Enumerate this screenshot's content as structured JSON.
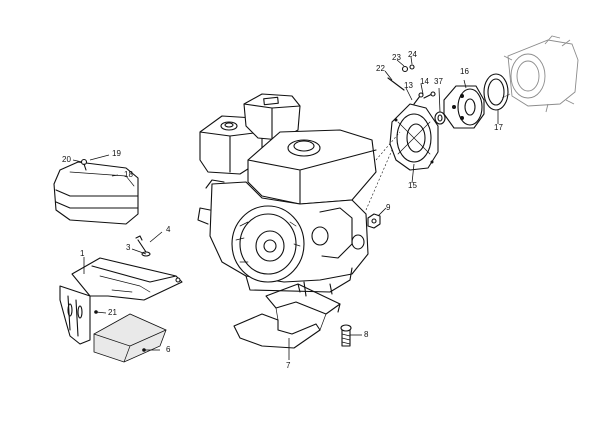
{
  "diagram": {
    "callouts": [
      {
        "id": "c1",
        "label": "1"
      },
      {
        "id": "c3",
        "label": "3"
      },
      {
        "id": "c4",
        "label": "4"
      },
      {
        "id": "c6",
        "label": "6"
      },
      {
        "id": "c7",
        "label": "7"
      },
      {
        "id": "c8",
        "label": "8"
      },
      {
        "id": "c9",
        "label": "9"
      },
      {
        "id": "c13",
        "label": "13"
      },
      {
        "id": "c14",
        "label": "14"
      },
      {
        "id": "c15",
        "label": "15"
      },
      {
        "id": "c16",
        "label": "16"
      },
      {
        "id": "c17",
        "label": "17"
      },
      {
        "id": "c18",
        "label": "18"
      },
      {
        "id": "c19",
        "label": "19"
      },
      {
        "id": "c20",
        "label": "20"
      },
      {
        "id": "c21",
        "label": "21"
      },
      {
        "id": "c22",
        "label": "22"
      },
      {
        "id": "c23",
        "label": "23"
      },
      {
        "id": "c24",
        "label": "24"
      },
      {
        "id": "c37",
        "label": "37"
      }
    ]
  }
}
